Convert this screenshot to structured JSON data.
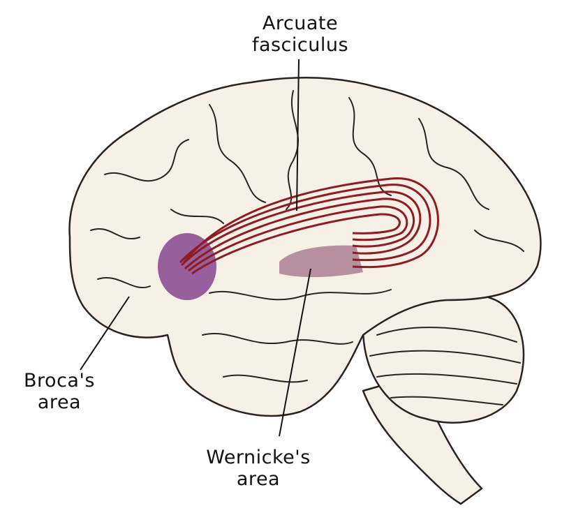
{
  "labels": {
    "arcuate": {
      "line1": "Arcuate",
      "line2": "fasciculus"
    },
    "broca": {
      "line1": "Broca's",
      "line2": "area"
    },
    "wernicke": {
      "line1": "Wernicke's",
      "line2": "area"
    }
  },
  "colors": {
    "brain_fill": "#f6f0e7",
    "outline": "#2a2220",
    "broca": "#8d4f93",
    "wernicke": "#b08598",
    "fibers": "#8e1c22"
  }
}
